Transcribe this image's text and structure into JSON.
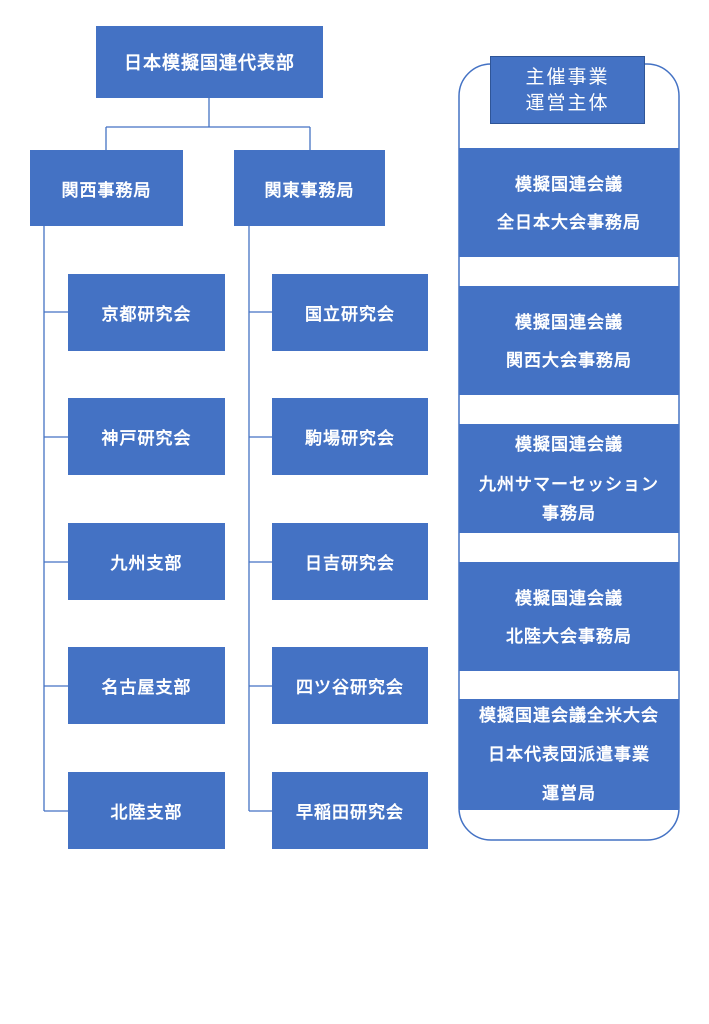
{
  "top": {
    "label": "日本模擬国連代表部"
  },
  "west_office": {
    "label": "関西事務局",
    "branches": [
      "京都研究会",
      "神戸研究会",
      "九州支部",
      "名古屋支部",
      "北陸支部"
    ]
  },
  "east_office": {
    "label": "関東事務局",
    "branches": [
      "国立研究会",
      "駒場研究会",
      "日吉研究会",
      "四ツ谷研究会",
      "早稲田研究会"
    ]
  },
  "events": {
    "caption_line1": "主催事業",
    "caption_line2": "運営主体",
    "items": [
      {
        "lines": [
          "模擬国連会議",
          "全日本大会事務局"
        ]
      },
      {
        "lines": [
          "模擬国連会議",
          "関西大会事務局"
        ]
      },
      {
        "lines": [
          "模擬国連会議",
          "九州サマーセッション",
          "事務局"
        ]
      },
      {
        "lines": [
          "模擬国連会議",
          "北陸大会事務局"
        ]
      },
      {
        "lines": [
          "模擬国連会議全米大会",
          "日本代表団派遣事業",
          "運営局"
        ]
      }
    ]
  },
  "colors": {
    "box_fill": "#4472c4",
    "connector": "#4472c4",
    "text": "#ffffff"
  }
}
